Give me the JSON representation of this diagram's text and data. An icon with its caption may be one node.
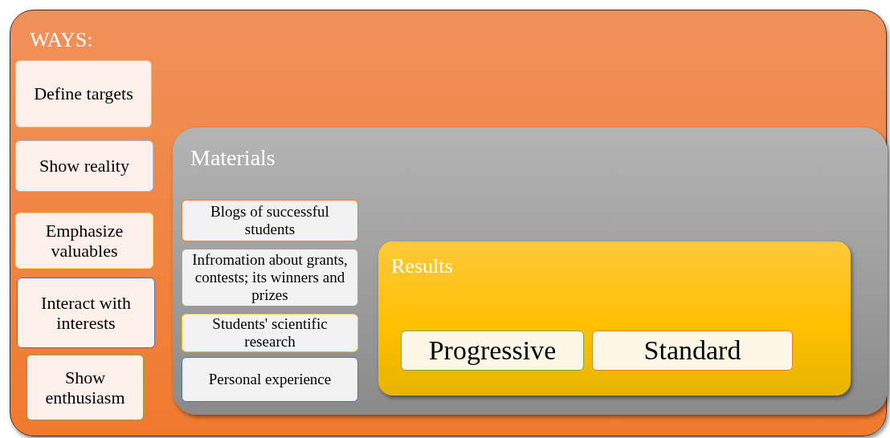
{
  "diagram": {
    "nodes": [
      {
        "text": [
          "WAYS:"
        ]
      },
      {
        "text": [
          "Define targets"
        ],
        "in": 0
      },
      {
        "text": [
          "Show reality"
        ],
        "in": 0
      },
      {
        "text": [
          "Emphasize valuables"
        ],
        "in": 0
      },
      {
        "text": [
          "Interact with interests"
        ],
        "in": 0
      },
      {
        "text": [
          "Show enthusiasm"
        ],
        "in": 0
      },
      {
        "text": [
          "Materials"
        ],
        "in": 0
      },
      {
        "text": [
          "Blogs of successful students"
        ],
        "in": 6
      },
      {
        "text": [
          "Infromation about grants, contests; its winners and prizes"
        ],
        "in": 6
      },
      {
        "text": [
          "Students' scientific research"
        ],
        "in": 6
      },
      {
        "text": [
          "Personal experience"
        ],
        "in": 6
      },
      {
        "text": [
          "Results"
        ],
        "in": 6
      },
      {
        "text": [
          "Progressive"
        ],
        "in": 11
      },
      {
        "text": [
          "Standard"
        ],
        "in": 11
      }
    ]
  }
}
